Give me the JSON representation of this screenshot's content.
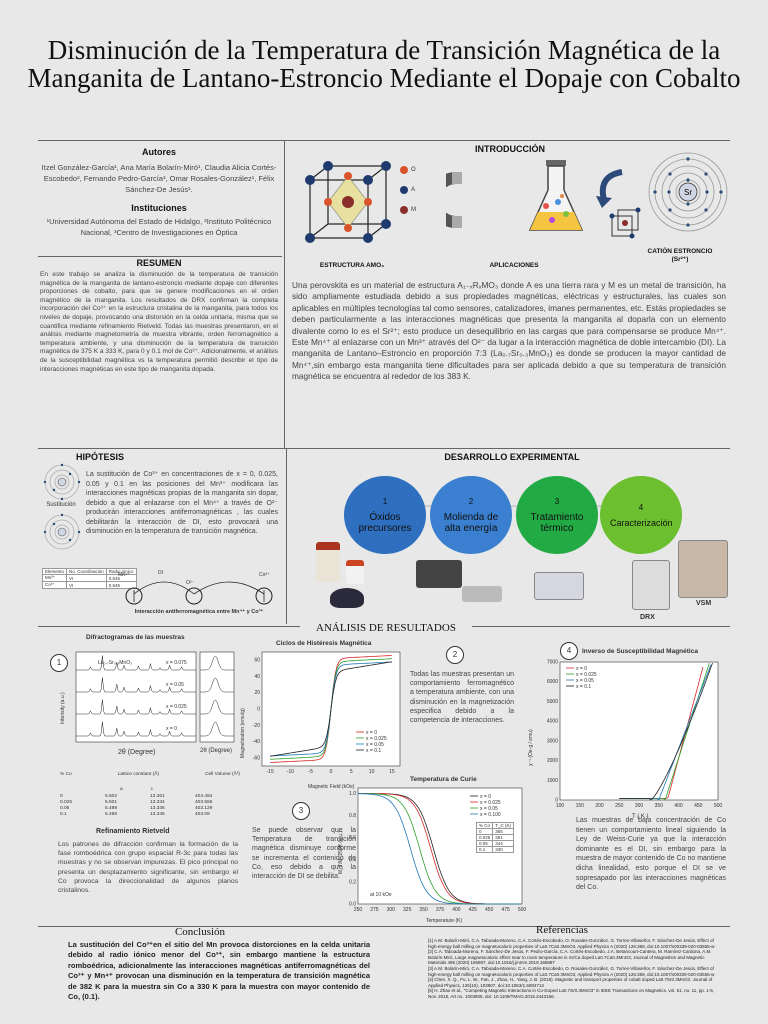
{
  "title": "Disminución de la Temperatura de Transición Magnética de la Manganita de Lantano-Estroncio Mediante el Dopaje con Cobalto",
  "authors": {
    "heading": "Autores",
    "text": "Itzel González-García¹, Ana María Bolarín-Miró¹, Claudia Alicia Cortés-Escobedo², Fernando Pedro-García³, Omar Rosales-González¹, Félix Sánchez-De Jesús¹."
  },
  "institutions": {
    "heading": "Instituciones",
    "text": "¹Universidad Autónoma del Estado de Hidalgo, ²Instituto Politécnico Nacional, ³Centro de Investigaciones en Óptica"
  },
  "resumen": {
    "heading": "RESUMEN",
    "text": "En este trabajo se analiza la disminución de la temperatura de transición magnética de la manganita de lantano-estroncio mediante dopaje con diferentes proporciones de cobalto, para que se genere modificaciones en el orden magnético de la manganita. Los resultados de DRX confirman la completa incorporación del Co³⁺ en la estructura cristalina de la manganita, para todos los niveles de dopaje, provocando una distorsión en la celda unitaria, misma que se cuantifica mediante refinamiento Rietveld. Todas las muestras presentaron, en el análisis mediante magnetometría de muestra vibrante, orden ferromagnético a temperatura ambiente, y una disminución de la temperatura de transición magnética de 375 K a 333 K, para 0 y 0.1 mol de Co³⁺. Adicionalmente, el análisis de la susceptibilidad magnética vs la temperatura permitió describir el tipo de interacciones magnéticas en este tipo de manganita dopada."
  },
  "intro": {
    "heading": "INTRODUCCIÓN",
    "labels": [
      "ESTRUCTURA AMO₃",
      "APLICACIONES",
      "CATIÓN ESTRONCIO (Sr²⁺)"
    ],
    "legend": [
      "O",
      "A",
      "M"
    ],
    "sr_label": "Sr",
    "text": "Una perovskita es un material de estructura A₁₋ₓRₓMO₃ donde A es una tierra rara y M es un metal de transición, ha sido ampliamente estudiada debido a sus propiedades magnéticas, eléctricas y estructurales, las cuales son aplicables en múltiples tecnologías tal como sensores, catalizadores, imanes permanentes, etc. Estás propiedades se deben particularmente a las interacciones magnéticas que presenta la manganita al doparla con un elemento divalente como lo es el Sr²⁺; esto produce un desequilibrio en las cargas que para compensarse se produce Mn⁴⁺. Este Mn⁴⁺ al enlazarse con un Mn³⁺ através del O²⁻ da lugar a la interacción magnética de doble intercambio (DI). La manganita de Lantano–Estroncio en proporción 7:3 (La₀.₇Sr₀.₃MnO₃) es donde se producen la mayor cantidad de Mn⁴⁺,sin embargo esta manganita tiene dificultades para ser aplicada debido a que su temperatura de transición magnética se encuentra al rededor de los 383 K."
  },
  "hipotesis": {
    "heading": "HIPÓTESIS",
    "text": "La sustitución de Co³⁺ en concentraciones de x = 0, 0.025, 0.05 y 0.1 en las posiciones del Mn³⁺ modificara las interacciones magnéticas propias de la manganita sin dopar, debido a que al enlazarse con el Mn⁴⁺ a través de O²⁻ producirán interacciones antiferromagnéticas , las cuales debilitarán la interacción de DI, esto provocará una disminución en la temperatura de transición magnética.",
    "sustitucion_label": "Sustitución",
    "ion_labels": [
      "Mn",
      "Co"
    ],
    "table_headers": [
      "Elemento",
      "No. Coordinación",
      "Radio iónico"
    ],
    "table_rows": [
      [
        "Mn³⁺",
        "VI",
        "0.645"
      ],
      [
        "Co³⁺",
        "VI",
        "0.545"
      ]
    ],
    "diagram_caption": "Interacción antiferromagnética entre Mn⁴⁺ y Co³⁺",
    "diagram_labels": [
      "Mn⁴⁺",
      "O²⁻",
      "Co³⁺",
      "DI"
    ]
  },
  "desarrollo": {
    "heading": "DESARROLLO EXPERIMENTAL",
    "steps": [
      {
        "num": "1",
        "label": "Óxidos precursores",
        "color": "#2f6fbf"
      },
      {
        "num": "2",
        "label": "Molienda de alta energía",
        "color": "#2f7fd0"
      },
      {
        "num": "3",
        "label": "Tratamiento térmico",
        "color": "#22aa44"
      },
      {
        "num": "4",
        "label": "Caracterización",
        "color": "#6cbf2f"
      }
    ],
    "labels": [
      "DRX",
      "VSM"
    ]
  },
  "analisis": {
    "heading": "ANÁLISIS DE RESULTADOS",
    "drx": {
      "title": "Difractogramas de las muestras",
      "badge": "1",
      "ylabel": "Intensity (a.u.)",
      "xlabel": "2θ (Degree)",
      "xlabel2": "2θ (Degree)",
      "series_label": "La₀.₇Sr₀.₃MnO₃",
      "curve_labels": [
        "x = 0.075",
        "x = 0.05",
        "x = 0.025",
        "x = 0"
      ],
      "table_headers": [
        "% Co",
        "Lattice constant (Å)",
        "Cell Volume (Å³)"
      ],
      "table_subheaders": [
        "a",
        "c"
      ],
      "table_rows": [
        [
          "0",
          "5.502",
          "13.361",
          "404.494"
        ],
        [
          "0.025",
          "5.501",
          "13.334",
          "403.556"
        ],
        [
          "0.05",
          "5.498",
          "13.336",
          "403.129"
        ],
        [
          "0.1",
          "5.496",
          "13.345",
          "403.09"
        ]
      ],
      "rietveld_title": "Refinamiento Rietveld",
      "rietveld_text": "Los patrones de difracción confirman la formación de la fase romboédrica con grupo espacial R-3c para todas las muestras y no se observan impurezas. El pico principal no presenta un desplazamiento significante, sin embargo el Co provoca la direccionalidad de algunos planos cristalinos."
    },
    "histeresis": {
      "title": "Ciclos de Histéresis Magnética",
      "ylabel": "Magnetization (emu/g)",
      "xlabel": "Magnetic Field (kOe)",
      "yticks": [
        "60",
        "40",
        "20",
        "0",
        "-20",
        "-40",
        "-60"
      ],
      "xticks": [
        "-15",
        "-10",
        "-5",
        "0",
        "5",
        "10",
        "15"
      ],
      "legend": [
        "x = 0",
        "x = 0.025",
        "x = 0.05",
        "x = 0.1"
      ]
    },
    "text2": {
      "badge": "2",
      "text": "Todas las muestras presentan un comportamiento ferromagnético a temperatura ambiente, con una disminución en la magnetización especifica debido a la competencia de interacciones."
    },
    "curie": {
      "title": "Temperatura de Curie",
      "ylabel": "M_T/M_250K (a.u.)",
      "xlabel": "Temperature (K)",
      "xticks": [
        "250",
        "275",
        "300",
        "325",
        "350",
        "375",
        "400",
        "425",
        "450",
        "475",
        "500"
      ],
      "yticks": [
        "1.0",
        "0.8",
        "0.6",
        "0.4",
        "0.2",
        "0.0"
      ],
      "legend": [
        "x = 0",
        "x = 0.025",
        "x = 0.05",
        "x = 0.100"
      ],
      "annotation": "at 10 kOe",
      "table_headers": [
        "% Co",
        "T_C (K)"
      ],
      "table_rows": [
        [
          "0",
          "365"
        ],
        [
          "0.025",
          "361"
        ],
        [
          "0.05",
          "344"
        ],
        [
          "0.1",
          "330"
        ]
      ]
    },
    "text3": {
      "badge": "3",
      "text": "Se puede observar que la Temperatura de transición magnética disminuye conforme se incrementa el contenido de Co, eso debido a que la interacción de DI se debilita."
    },
    "suscep": {
      "title": "Inverso de Susceptibilidad Magnética",
      "badge": "4",
      "ylabel": "χ⁻¹ (Oe·g / emu)",
      "xlabel": "T ( K )",
      "yticks": [
        "7000",
        "6000",
        "5000",
        "4000",
        "3000",
        "2000",
        "1000",
        "0"
      ],
      "xticks": [
        "100",
        "150",
        "200",
        "250",
        "300",
        "350",
        "400",
        "450",
        "500"
      ],
      "legend": [
        "x = 0",
        "x = 0.025",
        "x = 0.05",
        "x = 0.1"
      ],
      "text": "Las muestras de baja concentración de Co tienen un comportamiento lineal siguiendo la Ley de Weiss-Curie ya que la interacción dominante es el DI, sin embargo para la muestra de mayor contenido de Co no mantiene dicha linealidad, esto porque el DI se ve sopresapado por las interacciones magnéticas del Co."
    }
  },
  "conclusion": {
    "heading": "Conclusión",
    "text": "La sustitución del Co³⁺en el sitio del Mn provoca distorciones en la celda unitaria debido al radio iónico menor del Co³⁺, sin embargo mantiene la estructura romboédrica, adicionalmente las interacciones magnéticas antiferromagnéticas del Co³⁺ y Mn⁴⁺ provocan una disminución en la temperatura de transición magnética de 382 K para la muestra sin Co a 330 K para la muestra con mayor contenido de Co, (0.1)."
  },
  "referencias": {
    "heading": "Referencias",
    "items": [
      "[1] A.M. Bolarín-Miró, C.A. Taboada-Moreno, C.A. Cortés-Escobedo, O. Rosales-González, G. Torres-Villaseñor, F. Sánchez-De Jesús, Effect of high-energy ball milling on magnetocaloric properties of La0.7Ca0.3MnO3, Applied Physics A (2020) 126:369, doi:10.1007/s00339-020-03555-w",
      "[2] C.A. Taboada-Moreno, F. Sánchez-De Jesús, F. Pedro-García, C.A. Cortés-Escobedo, J.A. Betancourt-Cantera, M. Ramírez-Cardona, A.M. Bolarín-Miró, Large magnetocaloric effect near to room temperature in Sr/Ca doped La0.7Ca0.3MnO3, Journal of Magnetism and Magnetic Materials 496 (2020) 165887, doi:10.1016/j.jmmm.2019.165887",
      "[3] A.M. Bolarín-Miró, C.A. Taboada-Moreno, C.A. Cortés-Escobedo, O. Rosales-González, G. Torres-Villaseñor, F. Sánchez-De Jesús, Effect of high-energy ball milling on magnetocaloric properties of La0.7Ca0.3MnO3, Applied Physics A (2020) 126:369, doi:10.1007/s00339-020-03555-w",
      "[4] Chen, X. Q., Fu, L. W., Fan, J., Zhao, H., Yang, J. B. (2019). Magnetic and transport properties of cobalt doped La0.7Sr0.3MnO3. Journal of Applied Physics, 125(10), 103907. doi:10.1063/1.5084713",
      "[5] H. Zhao et al., \"Competing Magnetic Interactions in Co-Doped La0.7Sr0.3MnO3\" in IEEE Transactions on Magnetics, vol. 51, no. 11, pp. 1-5, Nov. 2015, Art no. 1003805, doi: 10.1109/TMAG.2015.2443166."
    ]
  }
}
